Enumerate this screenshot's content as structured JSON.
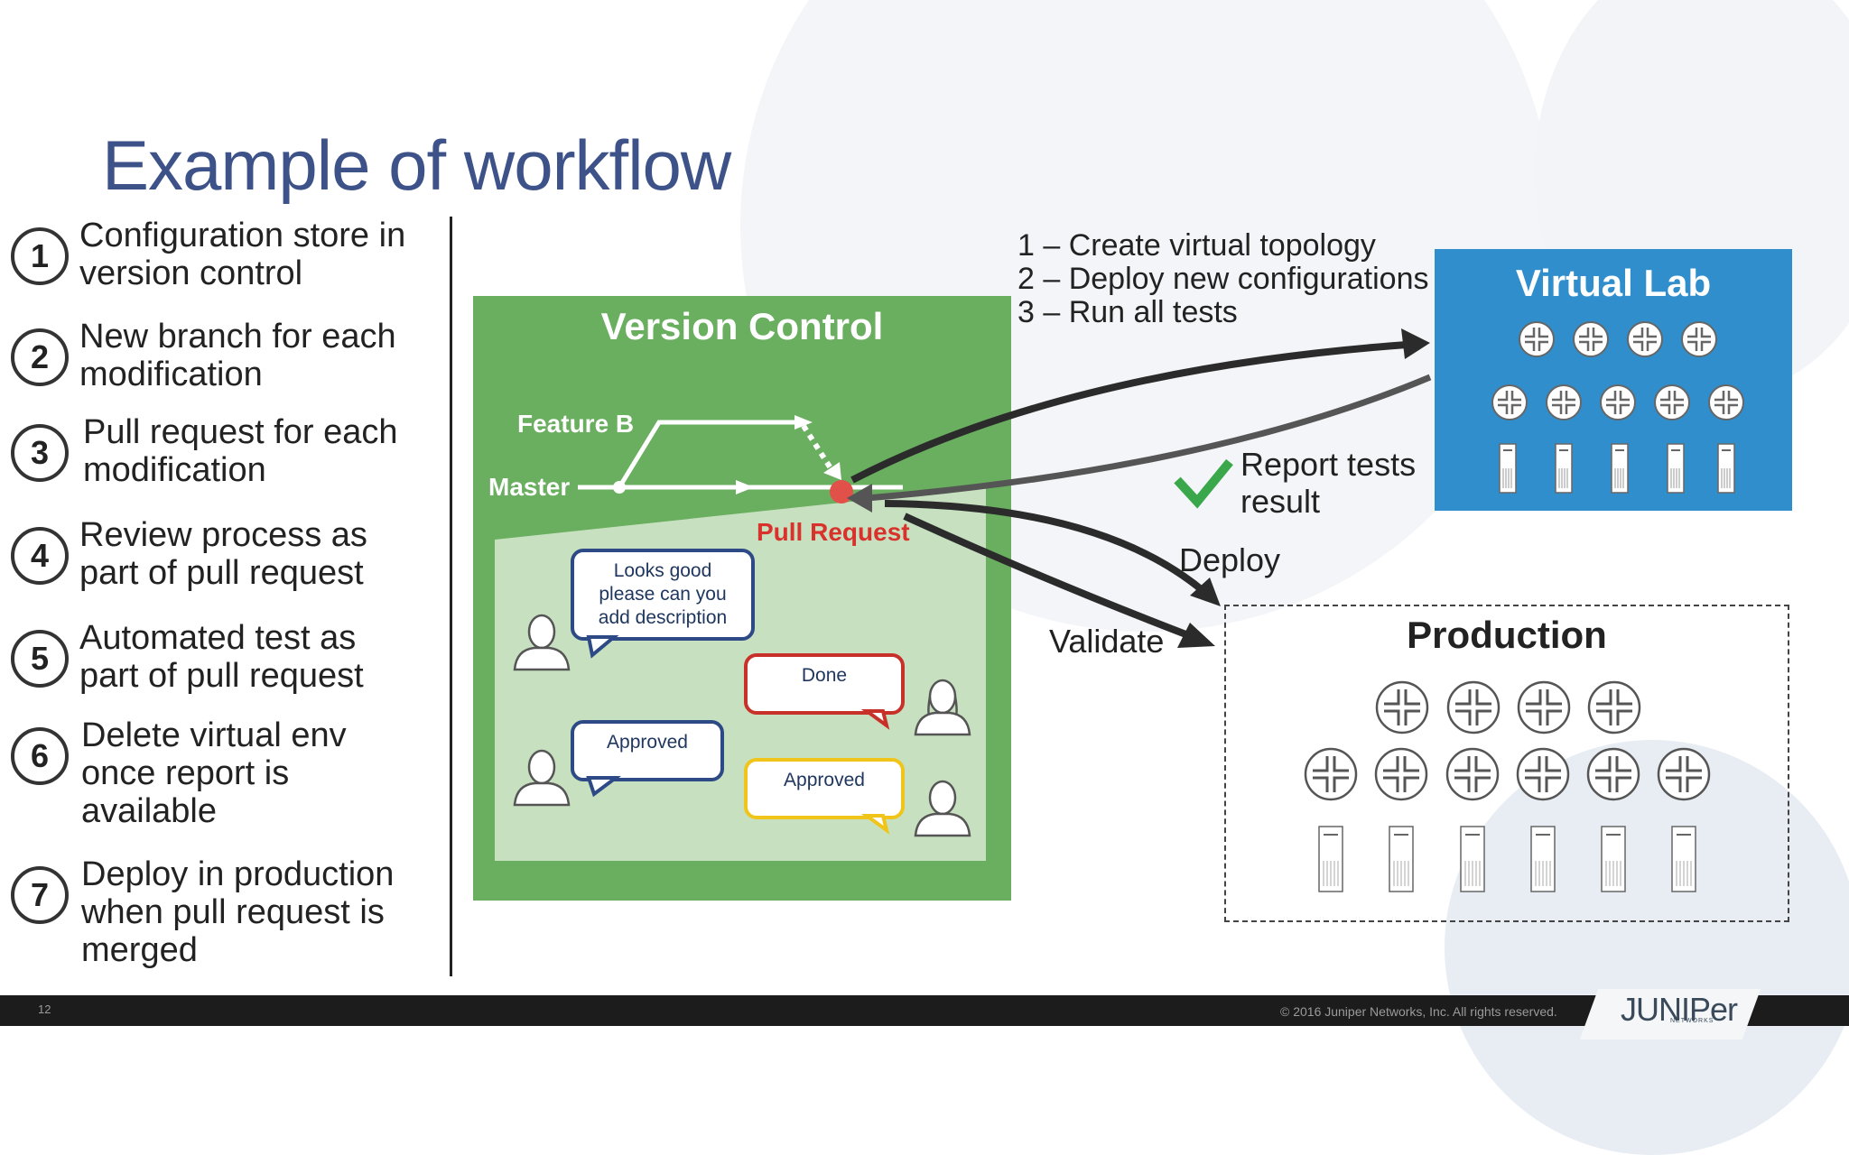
{
  "title": "Example of workflow",
  "steps": [
    {
      "num": "1",
      "lines": [
        "Configuration store in",
        "version control"
      ]
    },
    {
      "num": "2",
      "lines": [
        "New branch for each",
        "modification"
      ]
    },
    {
      "num": "3",
      "lines": [
        "Pull request for each",
        "modification"
      ]
    },
    {
      "num": "4",
      "lines": [
        "Review process as",
        "part of pull request"
      ]
    },
    {
      "num": "5",
      "lines": [
        "Automated test as",
        "part of pull request"
      ]
    },
    {
      "num": "6",
      "lines": [
        "Delete virtual env",
        "once report is",
        "available"
      ]
    },
    {
      "num": "7",
      "lines": [
        "Deploy in production",
        "when pull request is",
        "merged"
      ]
    }
  ],
  "version_control": {
    "title": "Version Control",
    "feature_branch": "Feature B",
    "master_branch": "Master",
    "pull_request": "Pull Request",
    "bubbles": [
      {
        "lines": [
          "Looks good",
          "please can you",
          "add description"
        ],
        "color": "#2d4a86"
      },
      {
        "lines": [
          "Done"
        ],
        "color": "#c8302a"
      },
      {
        "lines": [
          "Approved"
        ],
        "color": "#2d4a86"
      },
      {
        "lines": [
          "Approved"
        ],
        "color": "#f0c419"
      }
    ]
  },
  "virtual_lab": {
    "title": "Virtual Lab",
    "color": "#2f8ecb",
    "tasks": [
      "1 – Create virtual topology",
      "2 – Deploy new configurations",
      "3 – Run all tests"
    ],
    "report": [
      "Report tests",
      "result"
    ]
  },
  "production": {
    "title": "Production"
  },
  "arrows": {
    "deploy": "Deploy",
    "validate": "Validate"
  },
  "footer": {
    "slide_number": "12",
    "copyright": "© 2016 Juniper Networks, Inc. All rights reserved.",
    "logo": "JUNIPer",
    "logo_sub": "NETWORKS"
  },
  "icons": [
    "router-icon",
    "server-icon",
    "user-icon",
    "checkmark-icon"
  ]
}
